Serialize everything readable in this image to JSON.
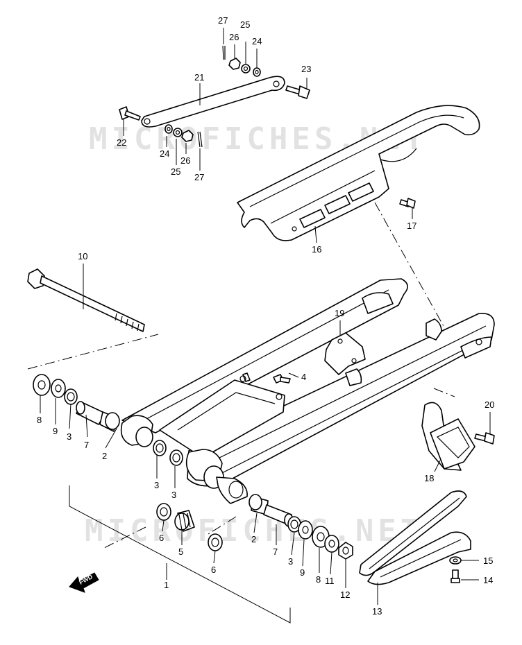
{
  "diagram": {
    "watermark": "MICROFICHES.NET",
    "fwd_label": "FWD",
    "callouts": {
      "c1": "1",
      "c2a": "2",
      "c2b": "2",
      "c3a": "3",
      "c3b": "3",
      "c3c": "3",
      "c3d": "3",
      "c4": "4",
      "c5": "5",
      "c6a": "6",
      "c6b": "6",
      "c7a": "7",
      "c7b": "7",
      "c8a": "8",
      "c8b": "8",
      "c9a": "9",
      "c9b": "9",
      "c10": "10",
      "c11": "11",
      "c12": "12",
      "c13": "13",
      "c14": "14",
      "c15": "15",
      "c16": "16",
      "c17": "17",
      "c18": "18",
      "c19": "19",
      "c20": "20",
      "c21": "21",
      "c22": "22",
      "c23": "23",
      "c24a": "24",
      "c24b": "24",
      "c25a": "25",
      "c25b": "25",
      "c26a": "26",
      "c26b": "26",
      "c27a": "27",
      "c27b": "27"
    }
  }
}
